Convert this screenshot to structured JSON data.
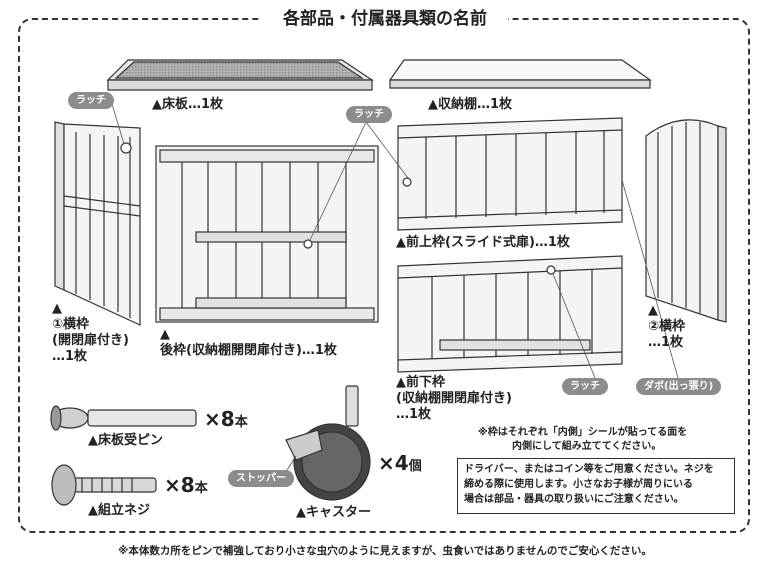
{
  "title": "各部品・付属器具類の名前",
  "labels": {
    "floor_board": "▲床板…1枚",
    "storage_shelf": "▲収納棚…1枚",
    "side_frame_1_a": "▲",
    "side_frame_1_b": "①横枠",
    "side_frame_1_c": "(開閉扉付き)",
    "side_frame_1_d": "…1枚",
    "back_frame": "▲",
    "back_frame_b": "後枠(収納棚開閉扉付き)…1枚",
    "front_upper": "▲前上枠(スライド式扉)…1枚",
    "front_lower_a": "▲前下枠",
    "front_lower_b": "(収納棚開閉扉付き)",
    "front_lower_c": "…1枚",
    "side_frame_2_a": "▲",
    "side_frame_2_b": "②横枠",
    "side_frame_2_c": "…1枚",
    "floor_pin": "▲床板受ピン",
    "floor_pin_qty": "×8",
    "floor_pin_unit": "本",
    "screw": "▲組立ネジ",
    "screw_qty": "×8",
    "screw_unit": "本",
    "caster": "▲キャスター",
    "caster_qty": "×4",
    "caster_unit": "個"
  },
  "tags": {
    "latch_1": "ラッチ",
    "latch_2": "ラッチ",
    "latch_3": "ラッチ",
    "dowel": "ダボ(出っ張り)",
    "stopper": "ストッパー"
  },
  "notes": {
    "inner_1": "※枠はそれぞれ「内側」シールが貼ってる面を",
    "inner_2": "内側にして組み立ててください。",
    "box_1": "ドライバー、またはコイン等をご用意ください。ネジを",
    "box_2": "締める際に使用します。小さなお子様が周りにいる",
    "box_3": "場合は部品・器具の取り扱いにご注意ください。",
    "footer": "※本体数カ所をピンで補強しており小さな虫穴のように見えますが、虫食いではありませんのでご安心ください。"
  },
  "colors": {
    "wood": "#f2f2f2",
    "line": "#333333",
    "tag": "#8c8c8c",
    "mesh": "#9a9a9a"
  }
}
